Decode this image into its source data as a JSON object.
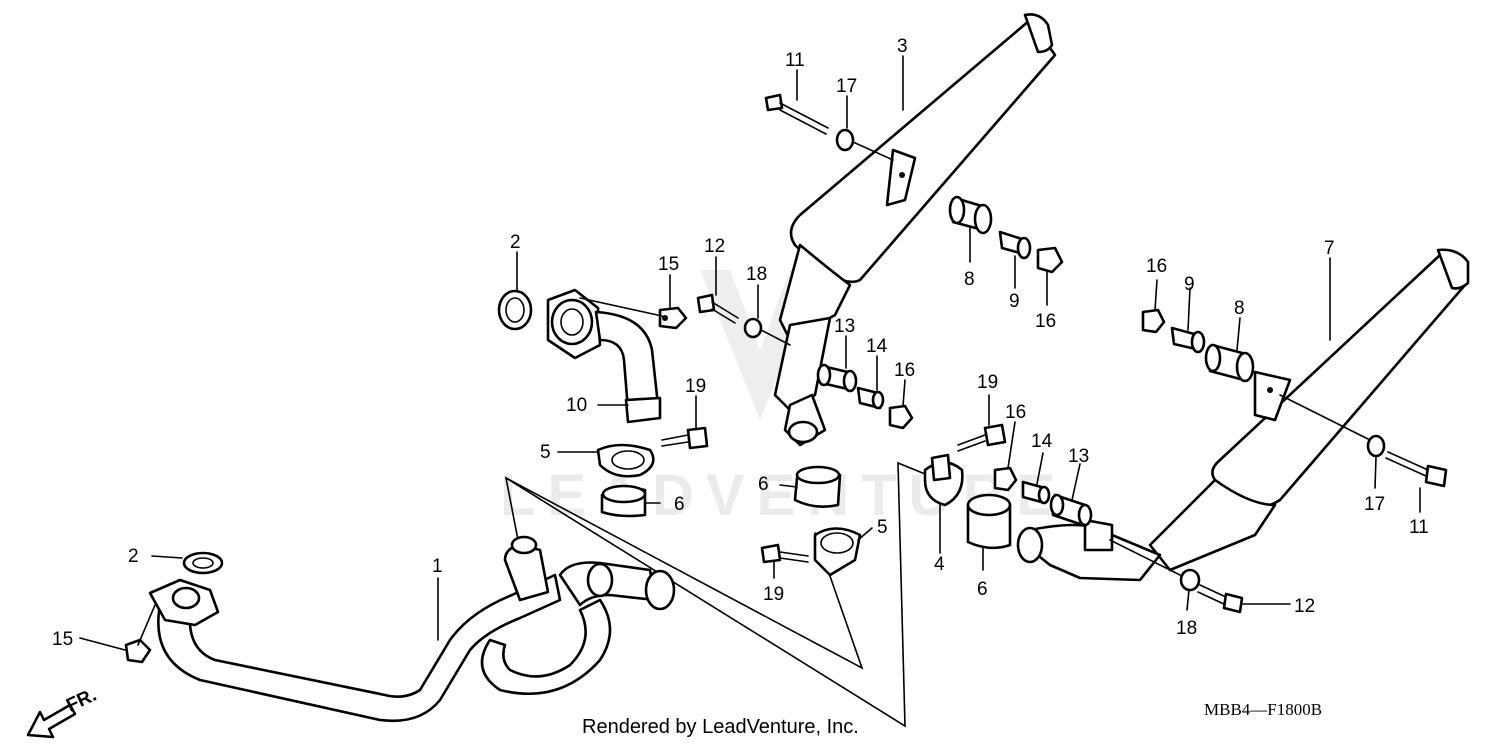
{
  "diagram": {
    "watermark_text": "LEADVENTURE",
    "footer_text": "Rendered by LeadVenture, Inc.",
    "diagram_code": "MBB4—F1800B",
    "front_label": "FR.",
    "callouts": {
      "c1": "1",
      "c2a": "2",
      "c2b": "2",
      "c3": "3",
      "c4": "4",
      "c5a": "5",
      "c5b": "5",
      "c6a": "6",
      "c6b": "6",
      "c6c": "6",
      "c7": "7",
      "c8a": "8",
      "c8b": "8",
      "c9a": "9",
      "c9b": "9",
      "c10": "10",
      "c11a": "11",
      "c11b": "11",
      "c12a": "12",
      "c12b": "12",
      "c13a": "13",
      "c13b": "13",
      "c14a": "14",
      "c14b": "14",
      "c15a": "15",
      "c15b": "15",
      "c16a": "16",
      "c16b": "16",
      "c16c": "16",
      "c16d": "16",
      "c17a": "17",
      "c17b": "17",
      "c18a": "18",
      "c18b": "18",
      "c19a": "19",
      "c19b": "19",
      "c19c": "19"
    }
  }
}
